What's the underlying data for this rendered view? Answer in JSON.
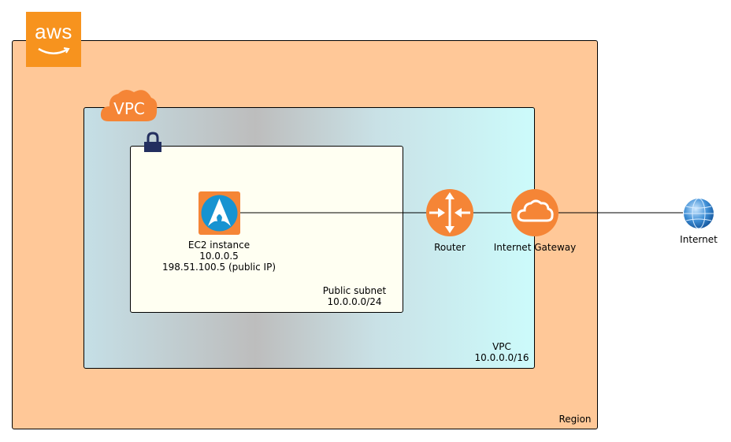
{
  "logo": {
    "text": "aws"
  },
  "vpc_badge": {
    "text": "VPC"
  },
  "ec2": {
    "title": "EC2 instance",
    "private_ip": "10.0.0.5",
    "public_ip": "198.51.100.5 (public IP)"
  },
  "subnet": {
    "name": "Public subnet",
    "cidr": "10.0.0.0/24"
  },
  "vpc": {
    "name": "VPC",
    "cidr": "10.0.0.0/16"
  },
  "region": {
    "name": "Region"
  },
  "router": {
    "label": "Router"
  },
  "igw": {
    "label": "Internet Gateway"
  },
  "internet": {
    "label": "Internet"
  },
  "colors": {
    "aws_orange": "#f7931e",
    "region_fill": "#ffc898",
    "node_orange": "#f58536",
    "subnet_fill": "#fffff2",
    "lock": "#232f5f"
  }
}
